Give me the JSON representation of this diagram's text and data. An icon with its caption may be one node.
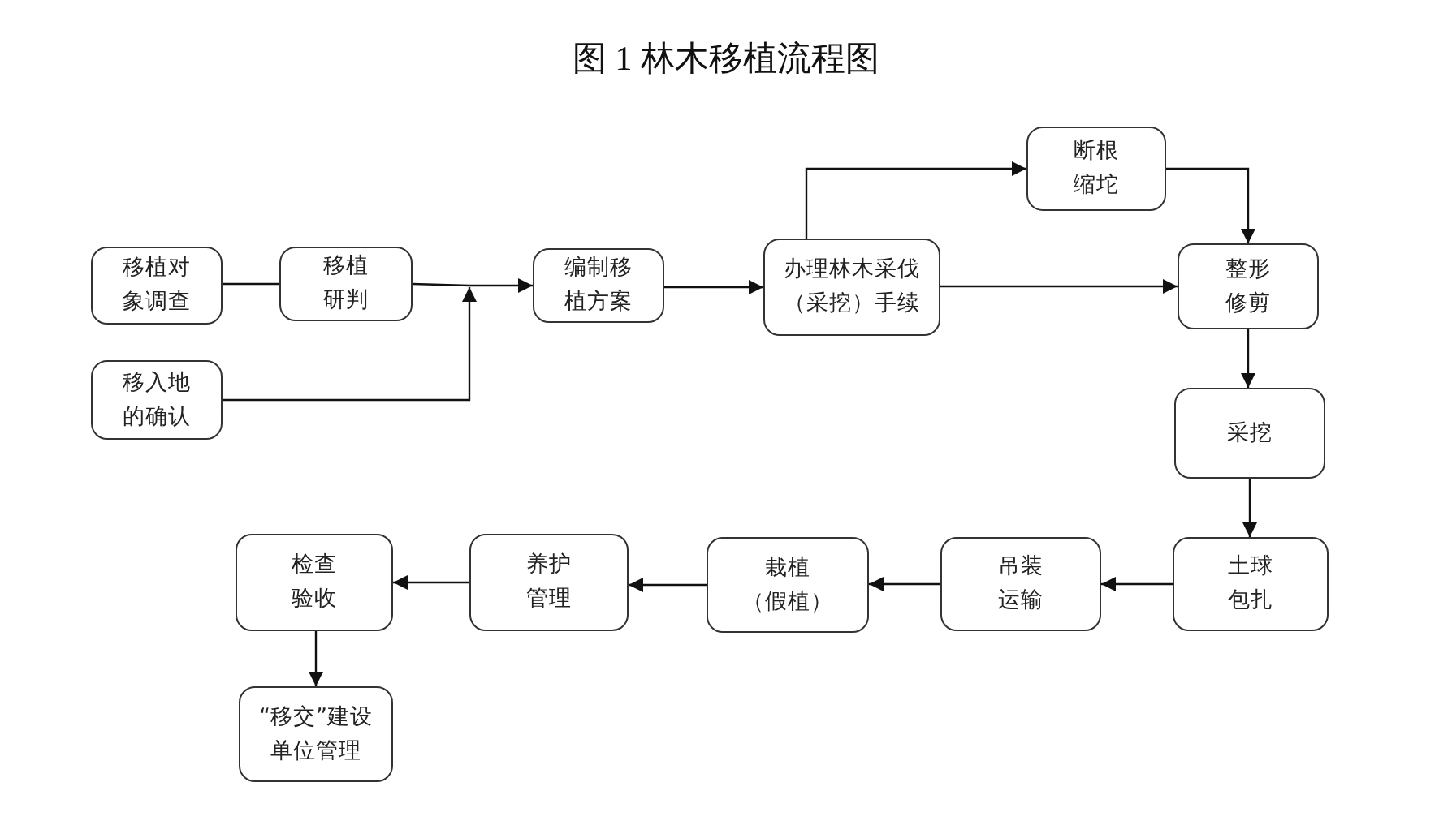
{
  "diagram": {
    "title": "图 1 林木移植流程图",
    "nodes": [
      {
        "text": [
          "移植对象调查"
        ]
      },
      {
        "text": [
          "移植研判"
        ]
      },
      {
        "text": [
          "移入地的确认"
        ]
      },
      {
        "text": [
          "编制移植方案"
        ]
      },
      {
        "text": [
          "办理林木采伐（采挖）手续"
        ]
      },
      {
        "text": [
          "断根缩坨"
        ]
      },
      {
        "text": [
          "整形修剪"
        ]
      },
      {
        "text": [
          "采挖"
        ]
      },
      {
        "text": [
          "土球包扎"
        ]
      },
      {
        "text": [
          "吊装运输"
        ]
      },
      {
        "text": [
          "栽植（假植）"
        ]
      },
      {
        "text": [
          "养护管理"
        ]
      },
      {
        "text": [
          "检查验收"
        ]
      },
      {
        "text": [
          "“移交”建设单位管理"
        ]
      }
    ],
    "edges": [
      {
        "from": 0,
        "to": 1,
        "arrow": "none"
      },
      {
        "from": 1,
        "to": 3,
        "arrow": "to"
      },
      {
        "from": 2,
        "to": 3,
        "arrow": "to"
      },
      {
        "from": 3,
        "to": 4,
        "arrow": "to"
      },
      {
        "from": 4,
        "to": 5,
        "arrow": "to"
      },
      {
        "from": 5,
        "to": 6,
        "arrow": "to"
      },
      {
        "from": 4,
        "to": 6,
        "arrow": "to"
      },
      {
        "from": 6,
        "to": 7,
        "arrow": "to"
      },
      {
        "from": 7,
        "to": 8,
        "arrow": "to"
      },
      {
        "from": 8,
        "to": 9,
        "arrow": "to"
      },
      {
        "from": 9,
        "to": 10,
        "arrow": "to"
      },
      {
        "from": 10,
        "to": 11,
        "arrow": "to"
      },
      {
        "from": 11,
        "to": 12,
        "arrow": "to"
      },
      {
        "from": 12,
        "to": 13,
        "arrow": "to"
      }
    ]
  }
}
